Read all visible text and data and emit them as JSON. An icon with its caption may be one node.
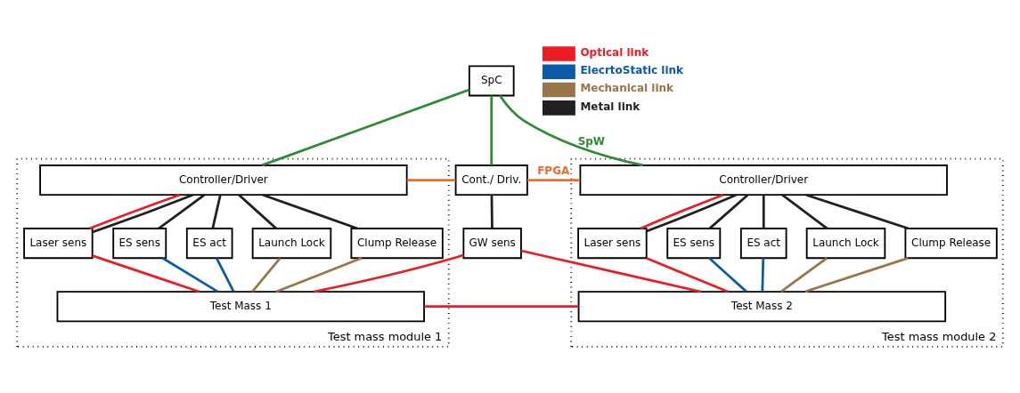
{
  "diagram": {
    "nodes": [
      {
        "text": [
          "SpC"
        ]
      },
      {
        "text": [
          "Test mass module 1"
        ]
      },
      {
        "text": [
          "Controller/Driver"
        ],
        "in": 1
      },
      {
        "text": [
          "Laser sens"
        ],
        "in": 1
      },
      {
        "text": [
          "ES sens"
        ],
        "in": 1
      },
      {
        "text": [
          "ES act"
        ],
        "in": 1
      },
      {
        "text": [
          "Launch Lock"
        ],
        "in": 1
      },
      {
        "text": [
          "Clump Release"
        ],
        "in": 1
      },
      {
        "text": [
          "Test Mass 1"
        ],
        "in": 1
      },
      {
        "text": [
          "Cont./ Driv."
        ]
      },
      {
        "text": [
          "GW sens"
        ]
      },
      {
        "text": [
          "Test mass module 2"
        ]
      },
      {
        "text": [
          "Controller/Driver"
        ],
        "in": 11
      },
      {
        "text": [
          "Laser sens"
        ],
        "in": 11
      },
      {
        "text": [
          "ES sens"
        ],
        "in": 11
      },
      {
        "text": [
          "ES act"
        ],
        "in": 11
      },
      {
        "text": [
          "Launch Lock"
        ],
        "in": 11
      },
      {
        "text": [
          "Clump Release"
        ],
        "in": 11
      },
      {
        "text": [
          "Test Mass 2"
        ],
        "in": 11
      }
    ],
    "edges": [
      {
        "from": 0,
        "to": 2,
        "arrow": "none",
        "color": "#2e8b34"
      },
      {
        "from": 0,
        "to": 9,
        "arrow": "none",
        "color": "#2e8b34"
      },
      {
        "from": 0,
        "to": 12,
        "arrow": "none",
        "label": "SpW",
        "color": "#2e8b34"
      },
      {
        "from": 2,
        "to": 9,
        "arrow": "none",
        "color": "#f26a2e"
      },
      {
        "from": 9,
        "to": 12,
        "arrow": "none",
        "label": "FPGA",
        "color": "#f26a2e"
      },
      {
        "from": 2,
        "to": 3,
        "arrow": "none",
        "color": "#ed1c24"
      },
      {
        "from": 2,
        "to": 3,
        "arrow": "none"
      },
      {
        "from": 2,
        "to": 4,
        "arrow": "none"
      },
      {
        "from": 2,
        "to": 5,
        "arrow": "none"
      },
      {
        "from": 2,
        "to": 6,
        "arrow": "none"
      },
      {
        "from": 2,
        "to": 7,
        "arrow": "none"
      },
      {
        "from": 3,
        "to": 8,
        "arrow": "none",
        "color": "#ed1c24"
      },
      {
        "from": 4,
        "to": 8,
        "arrow": "none",
        "color": "#0b5aa8"
      },
      {
        "from": 5,
        "to": 8,
        "arrow": "none",
        "color": "#0b5aa8"
      },
      {
        "from": 6,
        "to": 8,
        "arrow": "none",
        "color": "#98764a"
      },
      {
        "from": 7,
        "to": 8,
        "arrow": "none",
        "color": "#98764a"
      },
      {
        "from": 9,
        "to": 10,
        "arrow": "none"
      },
      {
        "from": 10,
        "to": 8,
        "arrow": "none",
        "color": "#ed1c24"
      },
      {
        "from": 10,
        "to": 18,
        "arrow": "none",
        "color": "#ed1c24"
      },
      {
        "from": 8,
        "to": 18,
        "arrow": "none",
        "color": "#ed1c24"
      },
      {
        "from": 12,
        "to": 13,
        "arrow": "none",
        "color": "#ed1c24"
      },
      {
        "from": 12,
        "to": 13,
        "arrow": "none"
      },
      {
        "from": 12,
        "to": 14,
        "arrow": "none"
      },
      {
        "from": 12,
        "to": 15,
        "arrow": "none"
      },
      {
        "from": 12,
        "to": 16,
        "arrow": "none"
      },
      {
        "from": 12,
        "to": 17,
        "arrow": "none"
      },
      {
        "from": 13,
        "to": 18,
        "arrow": "none",
        "color": "#ed1c24"
      },
      {
        "from": 14,
        "to": 18,
        "arrow": "none",
        "color": "#0b5aa8"
      },
      {
        "from": 15,
        "to": 18,
        "arrow": "none",
        "color": "#0b5aa8"
      },
      {
        "from": 16,
        "to": 18,
        "arrow": "none",
        "color": "#98764a"
      },
      {
        "from": 17,
        "to": 18,
        "arrow": "none",
        "color": "#98764a"
      }
    ],
    "legend": [
      {
        "text": "Optical link",
        "color": "#ed1c24"
      },
      {
        "text": "ElecrtoStatic link",
        "color": "#0b5aa8"
      },
      {
        "text": "Mechanical link",
        "color": "#98764a"
      },
      {
        "text": "Metal link",
        "color": "#231f20"
      }
    ]
  }
}
